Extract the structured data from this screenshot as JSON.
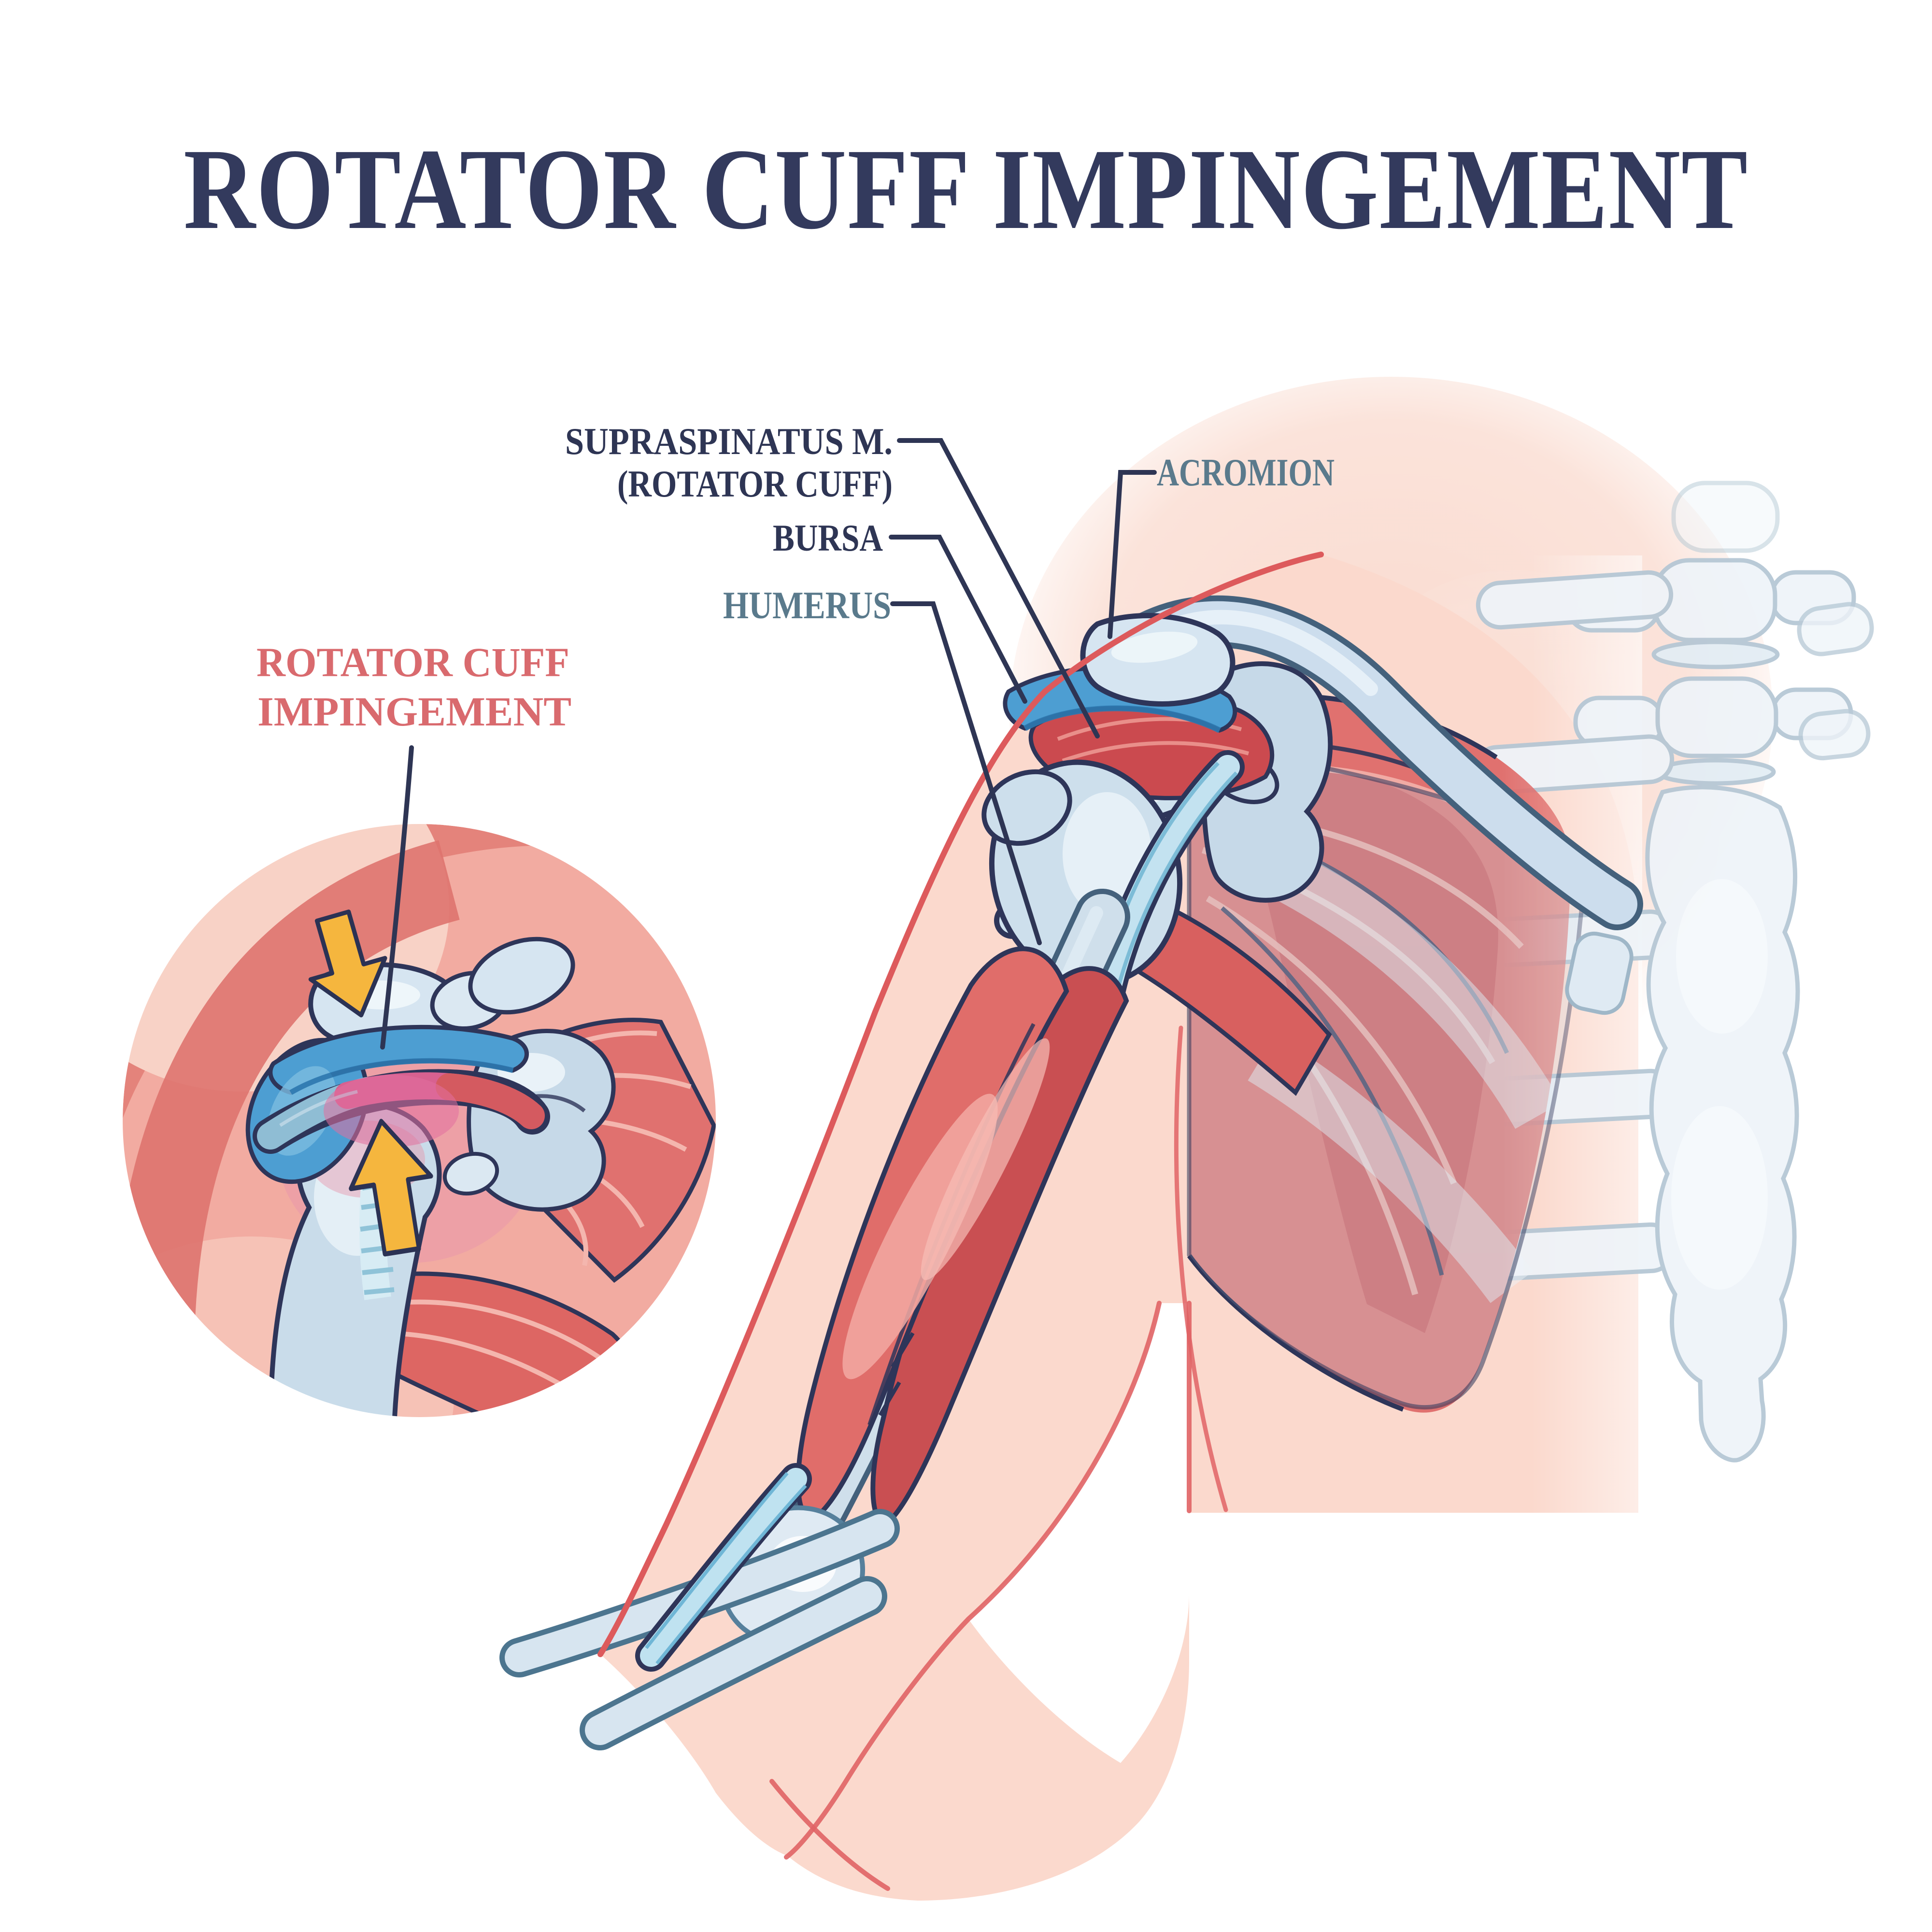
{
  "title": {
    "text": "ROTATOR CUFF IMPINGEMENT"
  },
  "labels": {
    "supraspinatus_line1": "SUPRASPINATUS M.",
    "supraspinatus_line2": "(ROTATOR CUFF)",
    "acromion": "ACROMION",
    "bursa": "BURSA",
    "humerus": "HUMERUS",
    "impingement_line1": "ROTATOR CUFF",
    "impingement_line2": "IMPINGEMENT"
  },
  "icons": {
    "top_arrow": "compression-arrow-down-icon",
    "bottom_arrow": "compression-arrow-up-icon"
  },
  "colors": {
    "title_navy": "#333a5d",
    "label_navy": "#2e3554",
    "label_slate": "#5a7a8c",
    "label_red": "#d96a6e",
    "leader": "#2e3554",
    "skin": "#fbd9cd",
    "skin_outline": "#dd5a5c",
    "muscle": "#e0716f",
    "muscle_deep": "#c94f52",
    "muscle_light": "#f4b6ae",
    "bone": "#cddfec",
    "bone_light": "#e9f2f8",
    "bone_outline": "#2e3559",
    "bursa_blue": "#4d9ed2",
    "bursa_deep": "#2e79b0",
    "tendon": "#c3e2f0",
    "tendon_stripe": "#74b8d4",
    "impinged_pink": "#d86190",
    "arrow_yellow": "#f5b63e",
    "inset_bg_light": "#f8d2c6",
    "inset_bg_mid": "#f2aba1",
    "inset_bg_deep": "#e4837b",
    "ghost_bone": "#eef4f9",
    "ghost_outline": "#b3c6d4"
  }
}
